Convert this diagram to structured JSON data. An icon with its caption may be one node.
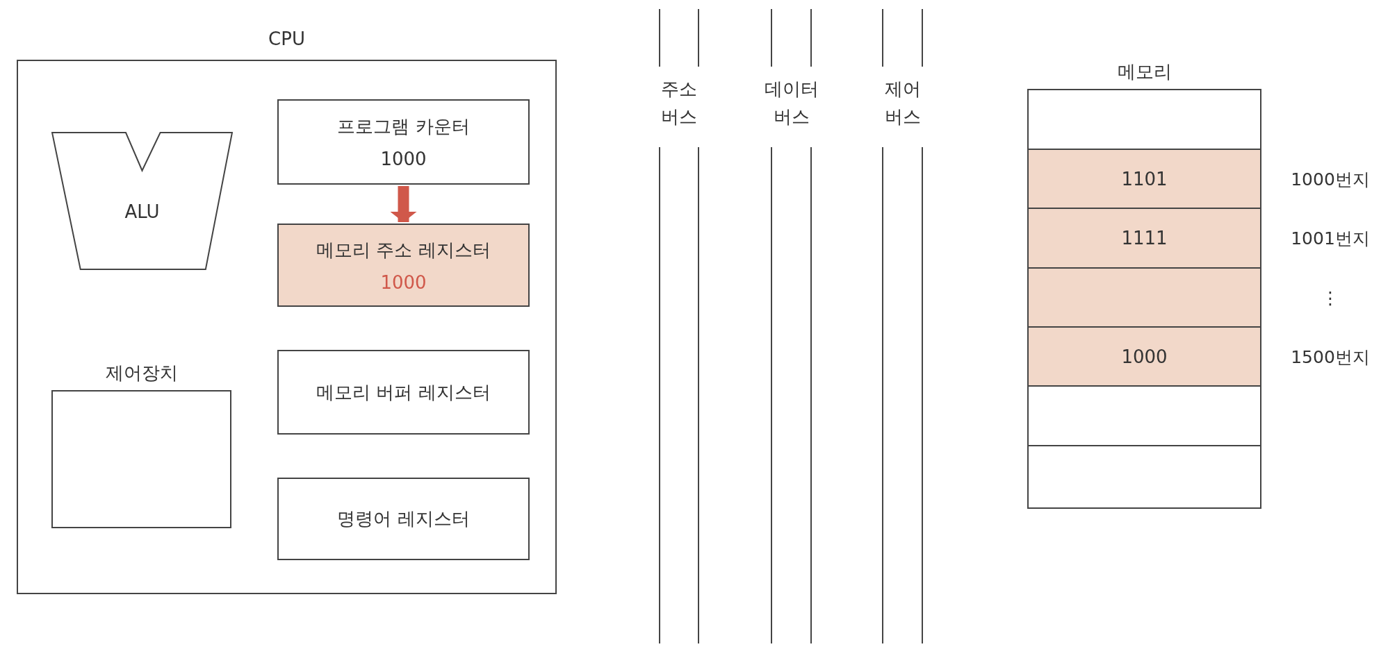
{
  "diagram": {
    "nodes": [
      {
        "text": [
          "CPU"
        ]
      },
      {
        "text": [
          "ALU"
        ],
        "in": 0
      },
      {
        "text": [
          "프로그램 카운터",
          "1000"
        ],
        "in": 0
      },
      {
        "text": [
          "메모리 주소 레지스터",
          "1000"
        ],
        "in": 0
      },
      {
        "text": [
          "제어장치"
        ],
        "in": 0
      },
      {
        "text": [
          "메모리 버퍼 레지스터"
        ],
        "in": 0
      },
      {
        "text": [
          "명령어 레지스터"
        ],
        "in": 0
      },
      {
        "text": [
          "메모리"
        ]
      },
      {
        "text": [],
        "shape": "box",
        "in": 7
      },
      {
        "text": [
          "1101"
        ],
        "in": 7,
        "beside": [
          "1000번지"
        ]
      },
      {
        "text": [
          "1111"
        ],
        "in": 7,
        "beside": [
          "1001번지"
        ]
      },
      {
        "text": [],
        "shape": "box",
        "in": 7,
        "beside": [
          "⋮"
        ]
      },
      {
        "text": [
          "1000"
        ],
        "in": 7,
        "beside": [
          "1500번지"
        ]
      },
      {
        "text": [],
        "shape": "box",
        "in": 7
      },
      {
        "text": [],
        "shape": "box",
        "in": 7
      }
    ],
    "edges": [
      {
        "from": 2,
        "to": 3,
        "arrow": "to",
        "color": "#d0584a"
      }
    ],
    "labels": [
      "주소 버스",
      "데이터 버스",
      "제어 버스"
    ]
  }
}
